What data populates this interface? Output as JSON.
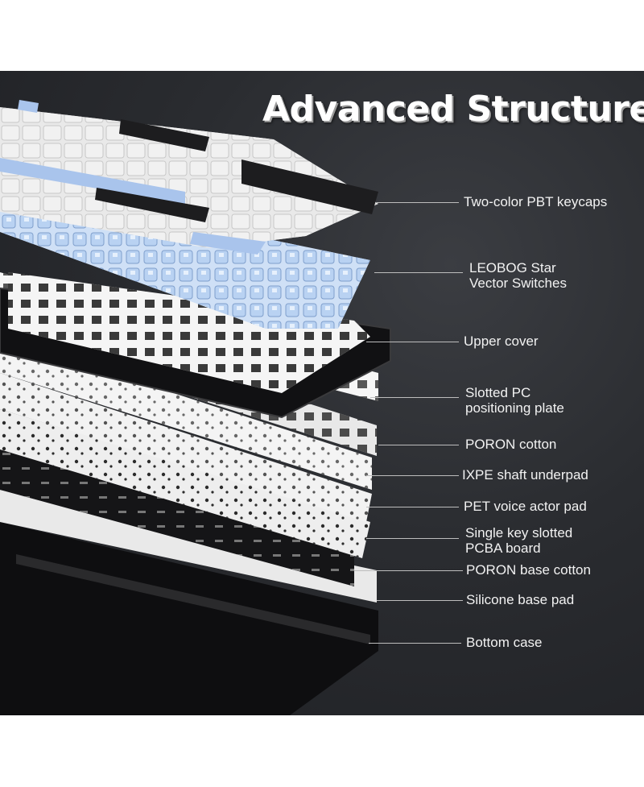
{
  "title": "Advanced Structure",
  "layers": [
    {
      "label": "Two-color PBT keycaps"
    },
    {
      "label": "LEOBOG Star\nVector Switches"
    },
    {
      "label": "Upper cover"
    },
    {
      "label": "Slotted PC\npositioning plate"
    },
    {
      "label": "PORON cotton"
    },
    {
      "label": "IXPE shaft underpad"
    },
    {
      "label": "PET voice actor pad"
    },
    {
      "label": "Single key slotted\nPCBA board"
    },
    {
      "label": "PORON base cotton"
    },
    {
      "label": "Silicone base pad"
    },
    {
      "label": "Bottom case"
    }
  ],
  "colors": {
    "background": "#26282c",
    "keycap_blue": "#a9c4ec",
    "keycap_white": "#f1f1f1",
    "keycap_black": "#1d1d1f",
    "switch": "#b9d2f2"
  }
}
